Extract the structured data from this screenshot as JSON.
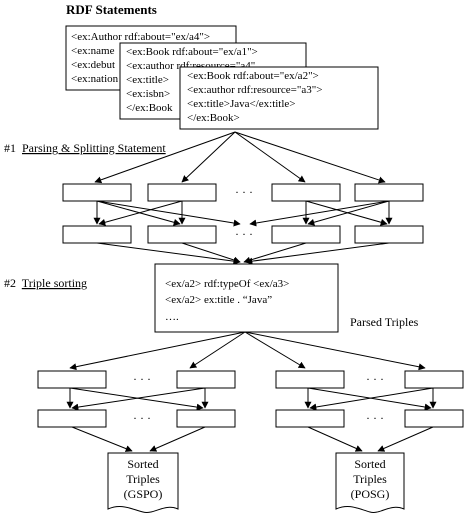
{
  "title": "RDF Statements",
  "card1": {
    "lines": [
      "<ex:Author rdf:about=\"ex/a4\">",
      "<ex:name",
      "<ex:debut",
      "<ex:nation"
    ]
  },
  "card2": {
    "lines": [
      "<ex:Book rdf:about=\"ex/a1\">",
      "<ex:author rdf:resource=\"a4\"",
      "<ex:title>",
      "<ex:isbn>",
      "</ex:Book"
    ]
  },
  "card3": {
    "lines": [
      "<ex:Book rdf:about=\"ex/a2\">",
      "<ex:author rdf:resource=\"a3\">",
      "<ex:title>Java</ex:title>",
      "</ex:Book>"
    ]
  },
  "section1": {
    "number": "#1",
    "label": "Parsing & Splitting Statement"
  },
  "section2": {
    "number": "#2",
    "label": "Triple sorting"
  },
  "ellipsis": "· · ·",
  "triples": {
    "lines": [
      "<ex/a2>  rdf:typeOf  <ex/a3>",
      "<ex/a2>   ex:title .  “Java”",
      "…."
    ],
    "caption": "Parsed Triples"
  },
  "doc_left": {
    "lines": [
      "Sorted",
      "Triples",
      "(GSPO)"
    ]
  },
  "doc_right": {
    "lines": [
      "Sorted",
      "Triples",
      "(POSG)"
    ]
  }
}
